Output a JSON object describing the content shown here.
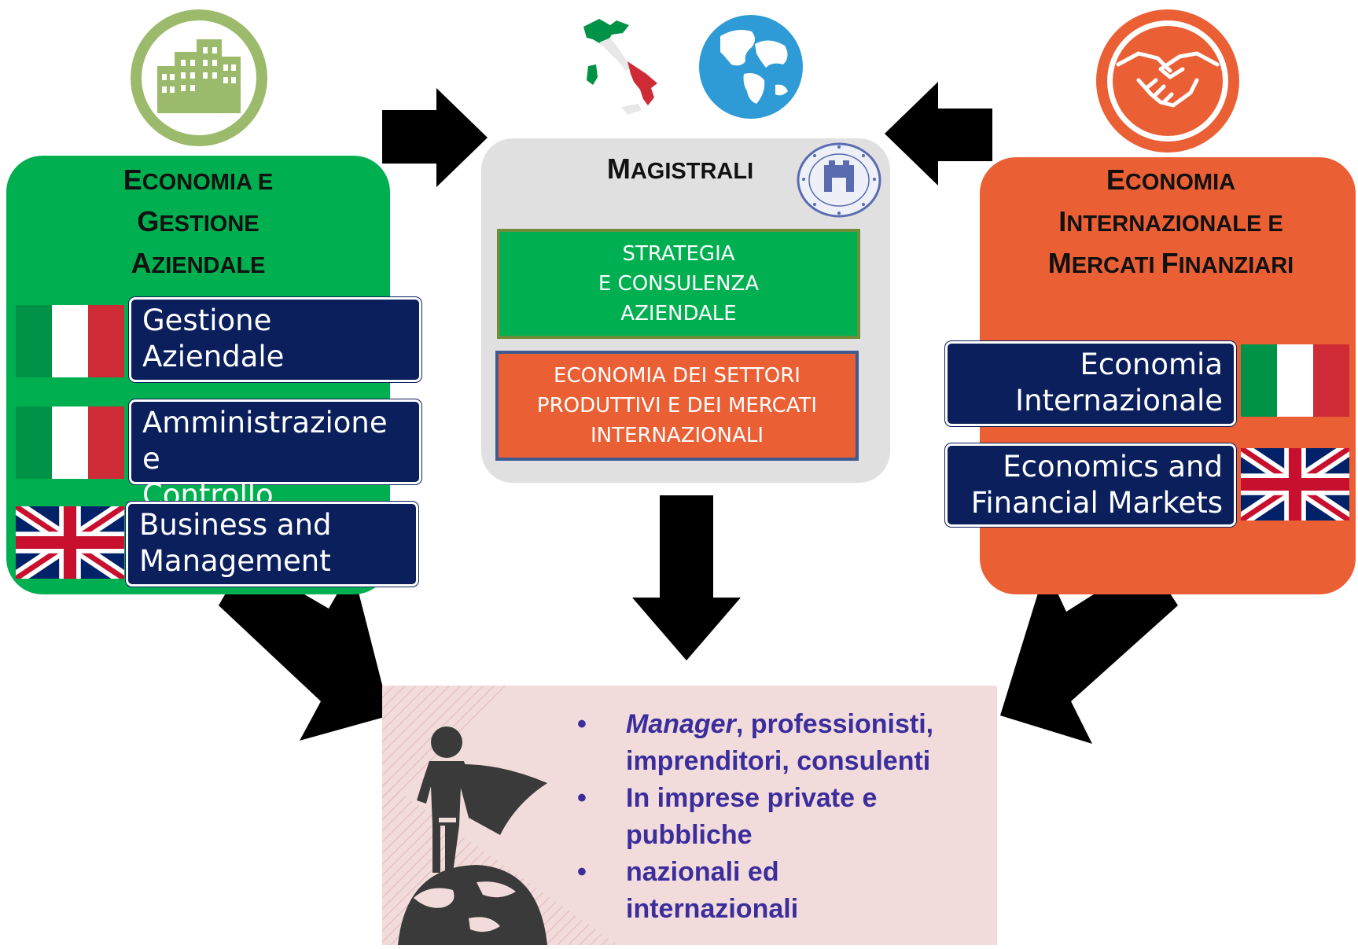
{
  "left": {
    "title_line1_big": "E",
    "title_line1_rest": "CONOMIA E",
    "title_line2_big": "G",
    "title_line2_rest": "ESTIONE",
    "title_line3_big": "A",
    "title_line3_rest": "ZIENDALE",
    "color": "#00b050",
    "icon": "buildings-icon",
    "programs": [
      {
        "line1": "Gestione",
        "line2": "Aziendale",
        "flag": "italy-flag"
      },
      {
        "line1": "Amministrazione e",
        "line2": "Controllo",
        "flag": "italy-flag"
      },
      {
        "line1": "Business and",
        "line2": "Management",
        "flag": "uk-flag"
      }
    ]
  },
  "center": {
    "title_big": "M",
    "title_rest": "AGISTRALI",
    "color": "#e0e0e0",
    "icons": [
      "italy-map-icon",
      "globe-icon",
      "university-seal-icon"
    ],
    "boxes": [
      {
        "line1": "STRATEGIA",
        "line2": "E CONSULENZA",
        "line3": "AZIENDALE",
        "color": "#00b050"
      },
      {
        "line1": "ECONOMIA DEI SETTORI",
        "line2": "PRODUTTIVI E DEI MERCATI",
        "line3": "INTERNAZIONALI",
        "color": "#eb5f35"
      }
    ]
  },
  "right": {
    "title_line1_big": "E",
    "title_line1_rest": "CONOMIA",
    "title_line2_big": "I",
    "title_line2_rest": "NTERNAZIONALE E",
    "title_line3a_big": "M",
    "title_line3a_rest": "ERCATI ",
    "title_line3b_big": "F",
    "title_line3b_rest": "INANZIARI",
    "color": "#eb5f35",
    "icon": "handshake-icon",
    "programs": [
      {
        "line1": "Economia",
        "line2": "Internazionale",
        "flag": "italy-flag"
      },
      {
        "line1": "Economics and",
        "line2": "Financial Markets",
        "flag": "uk-flag"
      }
    ]
  },
  "outcome": {
    "icon": "superhero-on-globe-icon",
    "bullet1_italic": "Manager",
    "bullet1_rest": ", professionisti, imprenditori, consulenti",
    "bullet2": "In imprese private e pubbliche",
    "bullet3": "nazionali ed internazionali",
    "text_color": "#3b2d9c",
    "background": "#f2dcdb"
  }
}
